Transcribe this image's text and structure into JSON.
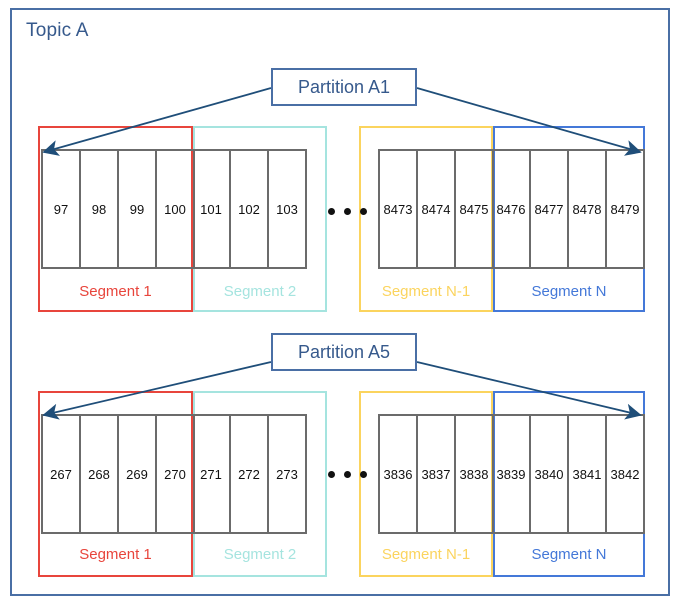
{
  "topic": {
    "title": "Topic A",
    "border_color": "#4a6fa5",
    "title_color": "#36598c"
  },
  "colors": {
    "segment1": "#e8453c",
    "segment2": "#a5e4df",
    "segmentN1": "#fbd45e",
    "segmentN": "#4478d8",
    "cell_border": "#6b6b6b",
    "cell_text": "#111111",
    "arrow": "#1f4e79",
    "label_border": "#4a6fa5",
    "label_text": "#36598c"
  },
  "partitions": [
    {
      "label": "Partition A1",
      "segments": [
        {
          "name": "Segment 1",
          "color_key": "segment1",
          "cells": [
            "97",
            "98",
            "99",
            "100"
          ]
        },
        {
          "name": "Segment 2",
          "color_key": "segment2",
          "cells": [
            "101",
            "102",
            "103"
          ]
        },
        {
          "name": "Segment N-1",
          "color_key": "segmentN1",
          "cells": [
            "8473",
            "8474",
            "8475"
          ]
        },
        {
          "name": "Segment N",
          "color_key": "segmentN",
          "cells": [
            "8476",
            "8477",
            "8478",
            "8479"
          ]
        }
      ],
      "ellipsis_dots": 3
    },
    {
      "label": "Partition A5",
      "segments": [
        {
          "name": "Segment 1",
          "color_key": "segment1",
          "cells": [
            "267",
            "268",
            "269",
            "270"
          ]
        },
        {
          "name": "Segment 2",
          "color_key": "segment2",
          "cells": [
            "271",
            "272",
            "273"
          ]
        },
        {
          "name": "Segment N-1",
          "color_key": "segmentN1",
          "cells": [
            "3836",
            "3837",
            "3838"
          ]
        },
        {
          "name": "Segment N",
          "color_key": "segmentN",
          "cells": [
            "3839",
            "3840",
            "3841",
            "3842"
          ]
        }
      ],
      "ellipsis_dots": 3
    }
  ],
  "diagram": {
    "type": "architecture-diagram",
    "description": "Kafka topic with two partitions, each split into segments holding sequential message offsets"
  }
}
